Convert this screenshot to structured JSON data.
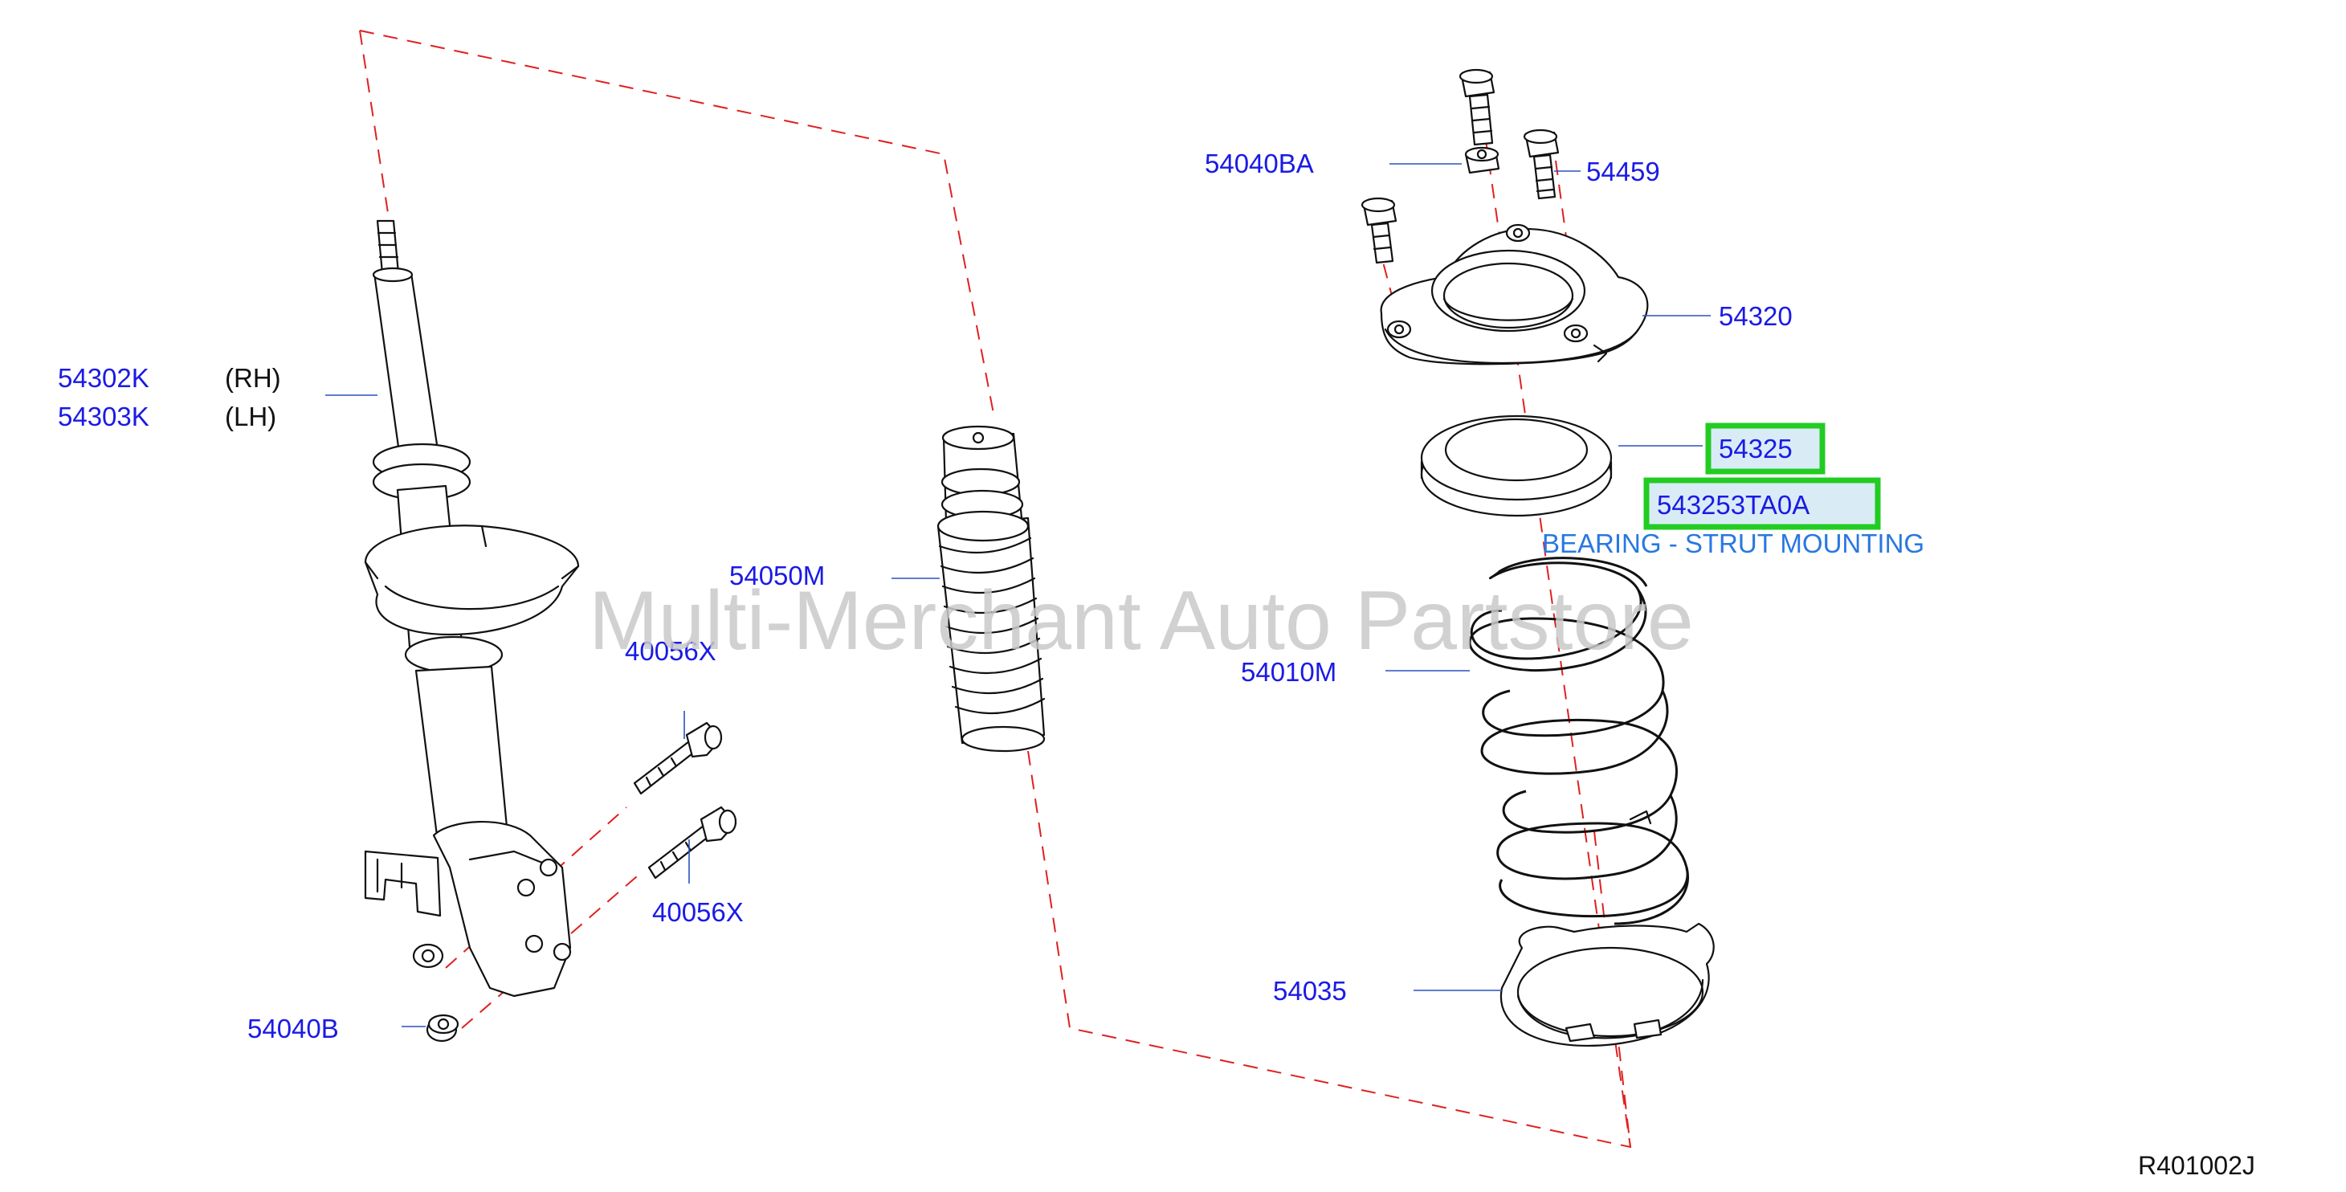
{
  "watermark": "Multi-Merchant Auto Partstore",
  "diagram_code": "R401002J",
  "colors": {
    "label": "#1a1ae6",
    "highlight": "#22cc22",
    "centerline": "#e02020"
  },
  "labels": {
    "strut_rh": "54302K",
    "strut_rh_side": "(RH)",
    "strut_lh": "54303K",
    "strut_lh_side": "(LH)",
    "nut_lower": "54040B",
    "bolt_upper": "40056X",
    "bolt_lower": "40056X",
    "bound_bumper": "54050M",
    "nut_upper": "54040BA",
    "bolt_mount": "54459",
    "strut_mount": "54320",
    "bearing": "54325",
    "bearing_partno": "543253TA0A",
    "bearing_desc": "BEARING - STRUT MOUNTING",
    "coil_spring": "54010M",
    "spring_seat": "54035"
  }
}
